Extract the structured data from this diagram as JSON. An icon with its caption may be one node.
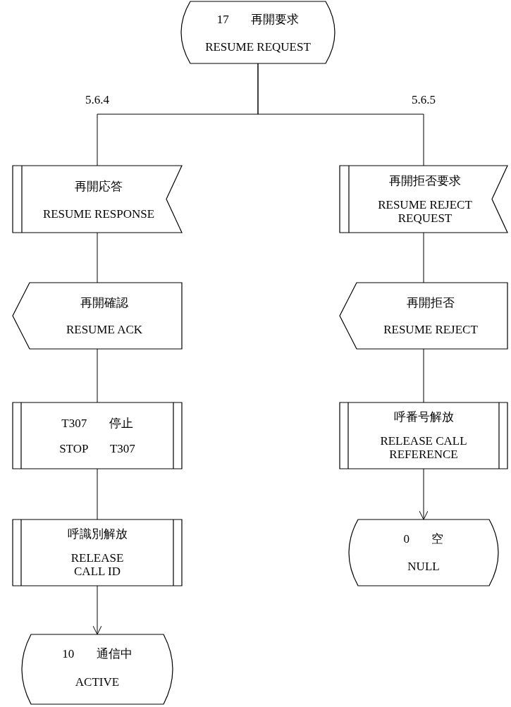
{
  "diagram": {
    "nodes": [
      {
        "text": [
          "17 再開要求",
          "RESUME REQUEST"
        ]
      },
      {
        "text": [
          "再開応答",
          "RESUME RESPONSE"
        ]
      },
      {
        "text": [
          "再開拒否要求",
          "RESUME REJECT REQUEST"
        ]
      },
      {
        "text": [
          "再開確認",
          "RESUME ACK"
        ]
      },
      {
        "text": [
          "再開拒否",
          "RESUME REJECT"
        ]
      },
      {
        "text": [
          "T307 停止",
          "STOP T307"
        ]
      },
      {
        "text": [
          "呼番号解放",
          "RELEASE CALL REFERENCE"
        ]
      },
      {
        "text": [
          "呼識別解放",
          "RELEASE CALL ID"
        ]
      },
      {
        "text": [
          "0 空",
          "NULL"
        ]
      },
      {
        "text": [
          "10 通信中",
          "ACTIVE"
        ]
      }
    ],
    "edges": [
      {
        "from": 0,
        "to": 1,
        "arrow": "none",
        "label": "5.6.4"
      },
      {
        "from": 0,
        "to": 2,
        "arrow": "none",
        "label": "5.6.5"
      },
      {
        "from": 1,
        "to": 3,
        "arrow": "none"
      },
      {
        "from": 2,
        "to": 4,
        "arrow": "none"
      },
      {
        "from": 3,
        "to": 5,
        "arrow": "none"
      },
      {
        "from": 4,
        "to": 6,
        "arrow": "none"
      },
      {
        "from": 5,
        "to": 7,
        "arrow": "none"
      },
      {
        "from": 6,
        "to": 8,
        "arrow": "to"
      },
      {
        "from": 7,
        "to": 9,
        "arrow": "to"
      }
    ]
  }
}
